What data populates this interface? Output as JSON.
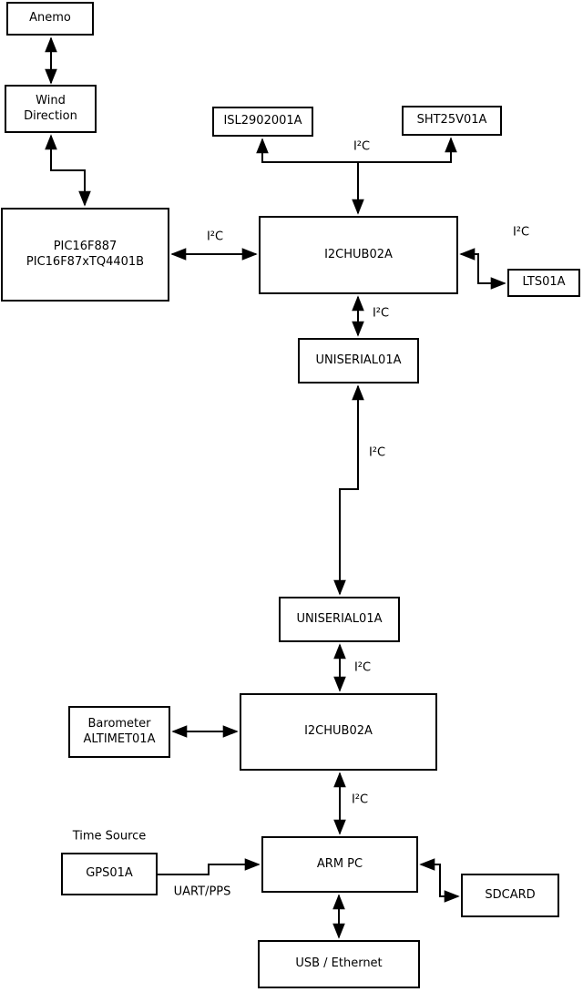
{
  "diagram": {
    "boxes": {
      "anemo": {
        "label": "Anemo"
      },
      "wind_direction": {
        "line1": "Wind",
        "line2": "Direction"
      },
      "pic": {
        "line1": "PIC16F887",
        "line2": "PIC16F87xTQ4401B"
      },
      "isl": {
        "label": "ISL2902001A"
      },
      "sht": {
        "label": "SHT25V01A"
      },
      "i2chub_top": {
        "label": "I2CHUB02A"
      },
      "lts": {
        "label": "LTS01A"
      },
      "uniserial_top": {
        "label": "UNISERIAL01A"
      },
      "uniserial_bottom": {
        "label": "UNISERIAL01A"
      },
      "i2chub_bottom": {
        "label": "I2CHUB02A"
      },
      "barometer": {
        "line1": "Barometer",
        "line2": "ALTIMET01A"
      },
      "gps": {
        "label": "GPS01A"
      },
      "arm_pc": {
        "label": "ARM PC"
      },
      "sdcard": {
        "label": "SDCARD"
      },
      "usb_ethernet": {
        "label": "USB / Ethernet"
      }
    },
    "labels": {
      "i2c": "I²C",
      "time_source": "Time Source",
      "uart_pps": "UART/PPS"
    },
    "edges": [
      {
        "from": "anemo",
        "to": "wind_direction",
        "bidirectional": true,
        "label": ""
      },
      {
        "from": "wind_direction",
        "to": "pic",
        "bidirectional": true,
        "label": ""
      },
      {
        "from": "pic",
        "to": "i2chub_top",
        "bidirectional": true,
        "label": "I²C"
      },
      {
        "from": "i2chub_top",
        "to": "isl",
        "bidirectional": false,
        "label": "I²C"
      },
      {
        "from": "i2chub_top",
        "to": "sht",
        "bidirectional": false,
        "label": "I²C"
      },
      {
        "from": "i2chub_top",
        "to": "lts",
        "bidirectional": true,
        "label": "I²C"
      },
      {
        "from": "i2chub_top",
        "to": "uniserial_top",
        "bidirectional": true,
        "label": "I²C"
      },
      {
        "from": "uniserial_top",
        "to": "uniserial_bottom",
        "bidirectional": true,
        "label": "I²C"
      },
      {
        "from": "uniserial_bottom",
        "to": "i2chub_bottom",
        "bidirectional": true,
        "label": "I²C"
      },
      {
        "from": "barometer",
        "to": "i2chub_bottom",
        "bidirectional": true,
        "label": "I²C"
      },
      {
        "from": "i2chub_bottom",
        "to": "arm_pc",
        "bidirectional": true,
        "label": "I²C"
      },
      {
        "from": "gps",
        "to": "arm_pc",
        "bidirectional": false,
        "label": "UART/PPS"
      },
      {
        "from": "arm_pc",
        "to": "sdcard",
        "bidirectional": true,
        "label": ""
      },
      {
        "from": "arm_pc",
        "to": "usb_ethernet",
        "bidirectional": true,
        "label": ""
      }
    ],
    "colors": {
      "line": "#000000",
      "box_fill": "#ffffff",
      "text": "#000000",
      "background": "#ffffff"
    }
  }
}
